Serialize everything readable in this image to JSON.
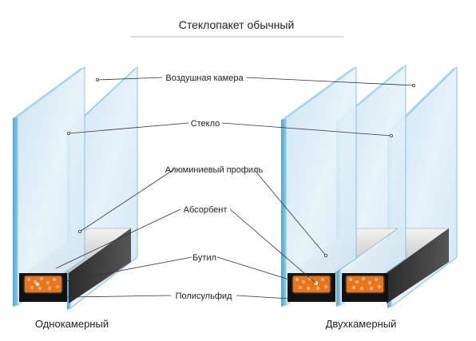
{
  "title": "Стеклопакет обычный",
  "labels": {
    "air_chamber": "Воздушная камера",
    "glass": "Стекло",
    "aluminum_profile": "Алюминиевый профиль",
    "absorbent": "Абсорбент",
    "butyl": "Бутил",
    "polysulfide": "Полисульфид"
  },
  "captions": {
    "single": "Однокамерный",
    "double": "Двухкамерный"
  },
  "colors": {
    "glass_fill": "#d8eaf5",
    "glass_edge": "#5fb2d6",
    "absorbent": "#e8741c",
    "sealant": "#111111",
    "spacer": "#3a3a3a"
  }
}
